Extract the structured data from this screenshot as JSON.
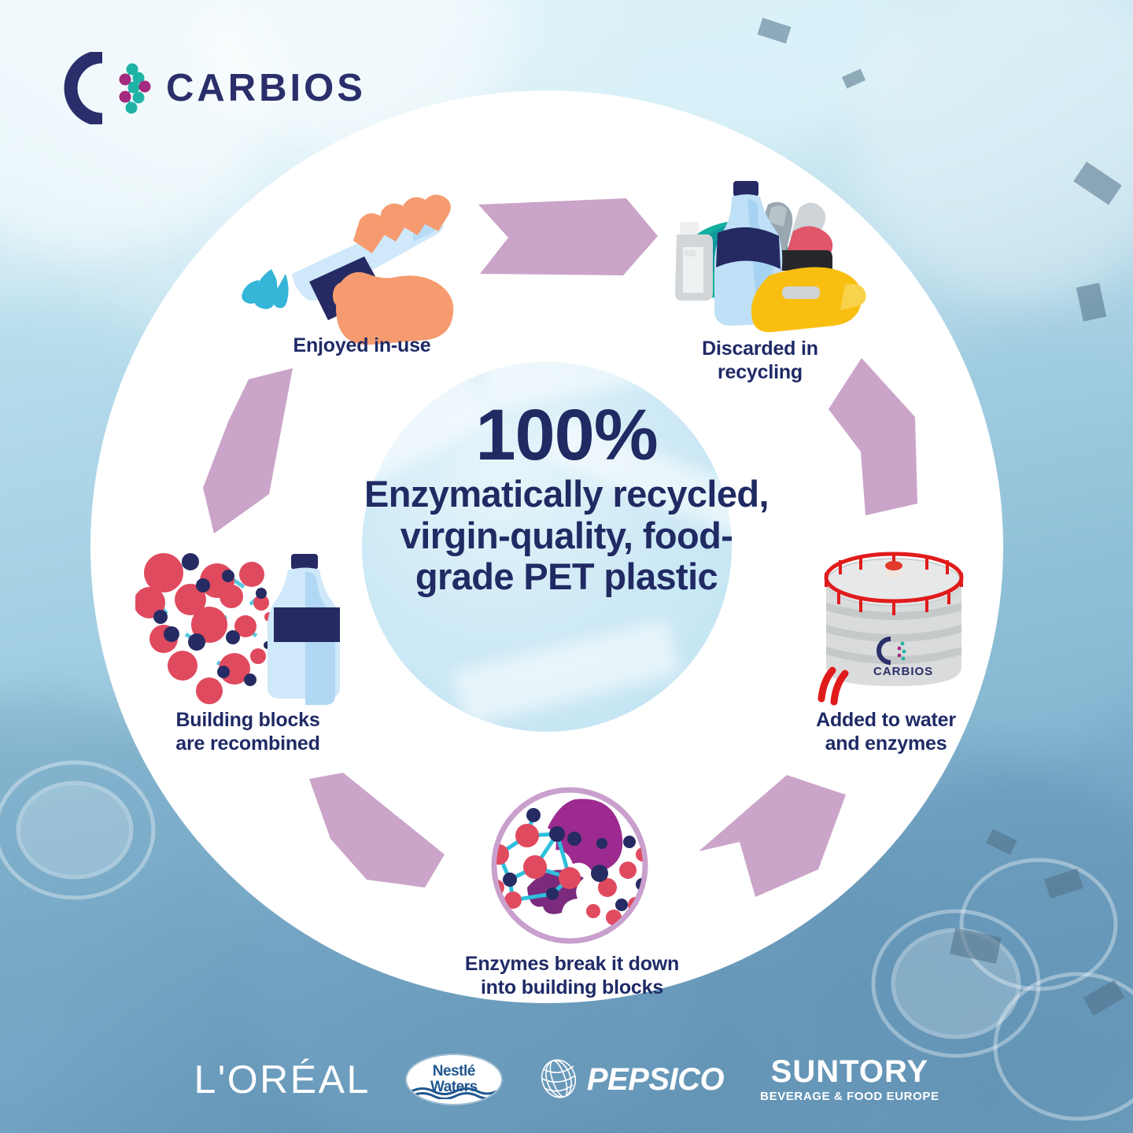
{
  "brand": {
    "name": "CARBIOS",
    "logo_icon": "carbios-c-molecule-logo",
    "navy": "#2a2f6b",
    "teal": "#1fb3a6",
    "magenta": "#a32a7e"
  },
  "center": {
    "percent": "100%",
    "body": "Enzymatically recycled, virgin-quality, food-grade PET plastic",
    "text_color": "#202a63"
  },
  "cycle": {
    "arrow_color": "#cba4c9",
    "steps": [
      {
        "id": "enjoyed-in-use",
        "label": "Enjoyed in-use",
        "icon": "hand-pouring-bottle-icon"
      },
      {
        "id": "discarded-in-recycling",
        "label": "Discarded in\nrecycling",
        "icon": "plastic-waste-pile-icon"
      },
      {
        "id": "added-to-water-and-enzymes",
        "label": "Added to water\nand enzymes",
        "icon": "carbios-reactor-tank-icon"
      },
      {
        "id": "enzymes-break-it-down",
        "label": "Enzymes break it down\ninto building blocks",
        "icon": "enzyme-petri-dish-icon"
      },
      {
        "id": "building-blocks-recombined",
        "label": "Building blocks\nare recombined",
        "icon": "monomers-to-bottle-icon"
      }
    ]
  },
  "partners": [
    {
      "id": "loreal",
      "name": "L'ORÉAL"
    },
    {
      "id": "nestle-waters",
      "name_line1": "Nestlé",
      "name_line2": "Waters"
    },
    {
      "id": "pepsico",
      "name": "PEPSICO",
      "icon": "pepsico-globe-icon"
    },
    {
      "id": "suntory",
      "name": "SUNTORY",
      "subtitle": "BEVERAGE & FOOD EUROPE"
    }
  ]
}
